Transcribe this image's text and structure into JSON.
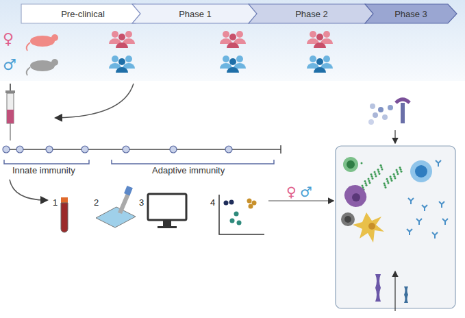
{
  "diagram": {
    "nodes": [
      {
        "text": [
          "Pre-clinical"
        ]
      },
      {
        "text": [
          "Phase 1"
        ]
      },
      {
        "text": [
          "Phase 2"
        ]
      },
      {
        "text": [
          "Phase 3"
        ]
      }
    ],
    "labels": [
      "♀",
      "♂",
      "Innate immunity",
      "Adaptive immunity",
      "1",
      "2",
      "3",
      "4",
      "♀",
      "♂"
    ]
  }
}
